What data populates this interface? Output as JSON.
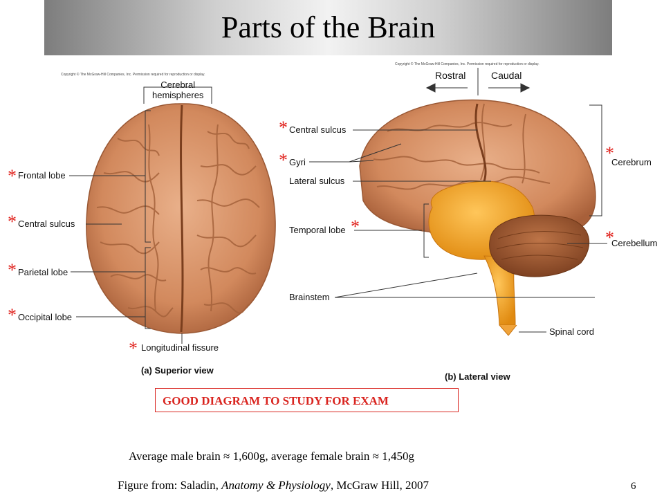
{
  "slide": {
    "title": "Parts of the Brain",
    "page_number": "6"
  },
  "superior": {
    "copyright": "Copyright © The McGraw-Hill Companies, Inc. Permission required for reproduction or display.",
    "labels": {
      "cerebral_hemispheres": "Cerebral\nhemispheres",
      "frontal_lobe": "Frontal lobe",
      "central_sulcus": "Central sulcus",
      "parietal_lobe": "Parietal lobe",
      "occipital_lobe": "Occipital lobe",
      "longitudinal_fissure": "Longitudinal fissure"
    },
    "caption": "(a) Superior view"
  },
  "lateral": {
    "copyright": "Copyright © The McGraw-Hill Companies, Inc. Permission required for reproduction or display.",
    "labels": {
      "rostral": "Rostral",
      "caudal": "Caudal",
      "central_sulcus": "Central sulcus",
      "gyri": "Gyri",
      "lateral_sulcus": "Lateral sulcus",
      "temporal_lobe": "Temporal lobe",
      "brainstem": "Brainstem",
      "cerebrum": "Cerebrum",
      "cerebellum": "Cerebellum",
      "spinal_cord": "Spinal cord"
    },
    "caption": "(b) Lateral view"
  },
  "star": "*",
  "exam_note": "GOOD DIAGRAM TO STUDY FOR EXAM",
  "footer": {
    "weights": "Average male brain ≈ 1,600g, average female brain ≈ 1,450g",
    "citation_prefix": "Figure from: Saladin, ",
    "citation_book": "Anatomy & Physiology",
    "citation_suffix": ", McGraw Hill, 2007"
  },
  "colors": {
    "brain": "#d99a72",
    "brainstem": "#f5a623",
    "cerebellum": "#a9623c",
    "star": "#e0201b"
  }
}
